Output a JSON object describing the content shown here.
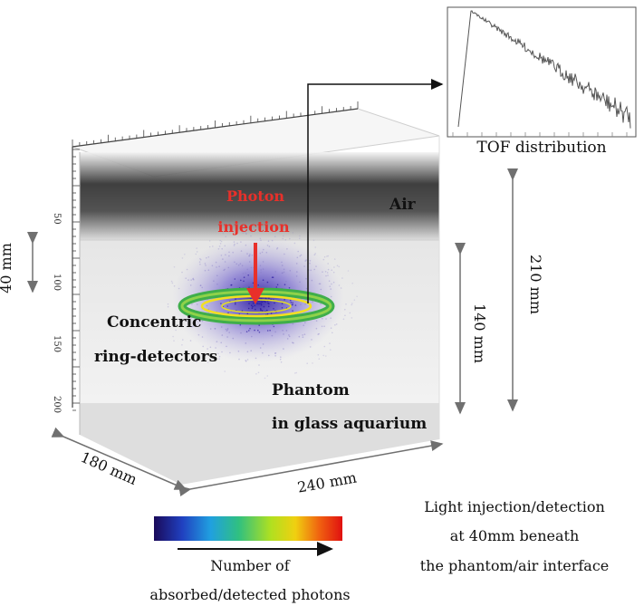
{
  "labels": {
    "photon_injection_line1": "Photon",
    "photon_injection_line2": "injection",
    "air": "Air",
    "concentric_line1": "Concentric",
    "concentric_line2": "ring-detectors",
    "phantom_line1": "Phantom",
    "phantom_line2": "in glass aquarium",
    "tof": "TOF distribution",
    "light_line1": "Light injection/detection",
    "light_line2": "at 40mm beneath",
    "light_line3": "the phantom/air interface",
    "number_line1": "Number of",
    "number_line2": "absorbed/detected photons"
  },
  "dimensions": {
    "dim_40": "40 mm",
    "dim_210": "210 mm",
    "dim_140": "140 mm",
    "dim_180": "180 mm",
    "dim_240": "240 mm"
  },
  "axis_ticks": [
    "50",
    "100",
    "150",
    "200"
  ],
  "colors": {
    "photon_red": "#e8302a",
    "ring_green": "#4caf50",
    "ring_yellow": "#f0e020",
    "photon_blue": "#3028b0",
    "arrow_gray": "#707070"
  },
  "colorbar_stops": [
    "#1a0a5a",
    "#2040c0",
    "#20a0e0",
    "#30c080",
    "#b0e020",
    "#f0d010",
    "#f06010",
    "#e01010"
  ]
}
